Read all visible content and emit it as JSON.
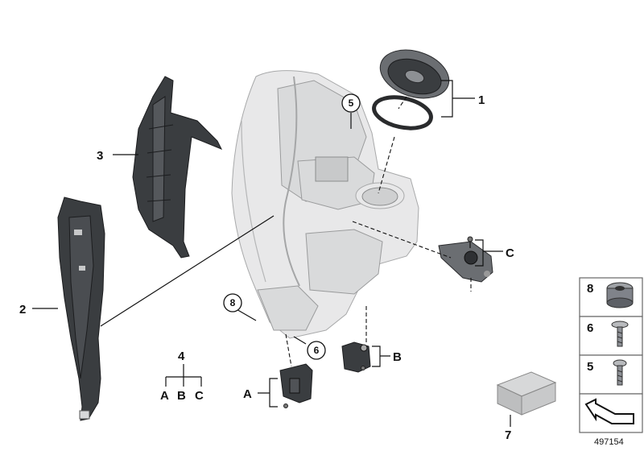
{
  "callouts": {
    "c1": "1",
    "c2": "2",
    "c3": "3",
    "c4": "4",
    "c5": "5",
    "c6": "6",
    "c7": "7",
    "c8": "8",
    "cA": "A",
    "cB": "B",
    "cC": "C"
  },
  "group4": {
    "a": "A",
    "b": "B",
    "c": "C"
  },
  "legend": {
    "items": [
      {
        "label": "8",
        "icon": "bushing-icon"
      },
      {
        "label": "6",
        "icon": "washer-screw-icon"
      },
      {
        "label": "5",
        "icon": "flange-screw-icon"
      }
    ],
    "bottom_icon": "assembly-arrow-icon"
  },
  "reference_number": "497154"
}
